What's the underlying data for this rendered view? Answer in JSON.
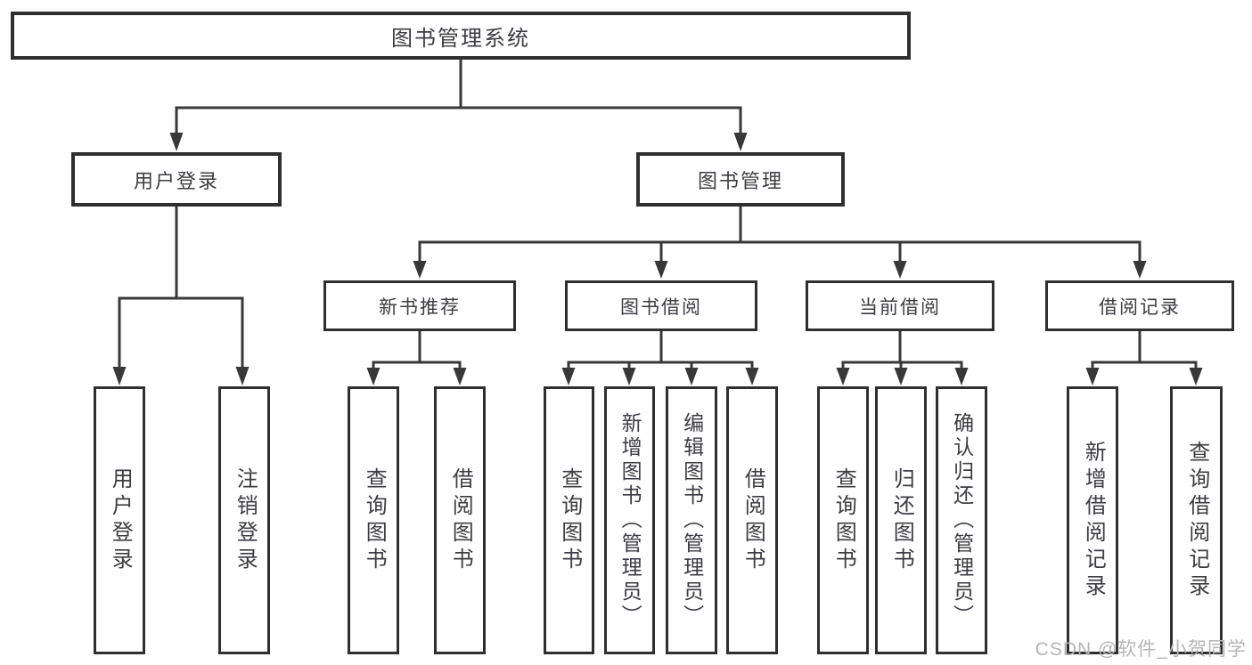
{
  "diagram": {
    "type": "hierarchy-tree",
    "title": "图书管理系统",
    "colors": {
      "line": "#383838",
      "box_border": "#2f2f2f",
      "box_fill": "#ffffff",
      "text": "#3c3c44",
      "watermark": "#b5b5b5",
      "background": "#ffffff"
    },
    "nodes": {
      "root": "图书管理系统",
      "user_login": "用户登录",
      "book_management": "图书管理",
      "new_book_recommend": "新书推荐",
      "book_borrow": "图书借阅",
      "current_borrow": "当前借阅",
      "borrow_records": "借阅记录",
      "ul_user_login": "用户登录",
      "ul_logout": "注销登录",
      "nb_query_books": "查询图书",
      "nb_borrow_books": "借阅图书",
      "bb_query_books": "查询图书",
      "bb_add_books": "新增图书（管理员）",
      "bb_edit_books": "编辑图书（管理员）",
      "bb_borrow_books": "借阅图书",
      "cb_query_books": "查询图书",
      "cb_return_books": "归还图书",
      "cb_confirm_return": "确认归还（管理员）",
      "br_add_record": "新增借阅记录",
      "br_query_record": "查询借阅记录"
    },
    "edges": [
      [
        "root",
        "user_login"
      ],
      [
        "root",
        "book_management"
      ],
      [
        "user_login",
        "ul_user_login"
      ],
      [
        "user_login",
        "ul_logout"
      ],
      [
        "book_management",
        "new_book_recommend"
      ],
      [
        "book_management",
        "book_borrow"
      ],
      [
        "book_management",
        "current_borrow"
      ],
      [
        "book_management",
        "borrow_records"
      ],
      [
        "new_book_recommend",
        "nb_query_books"
      ],
      [
        "new_book_recommend",
        "nb_borrow_books"
      ],
      [
        "book_borrow",
        "bb_query_books"
      ],
      [
        "book_borrow",
        "bb_add_books"
      ],
      [
        "book_borrow",
        "bb_edit_books"
      ],
      [
        "book_borrow",
        "bb_borrow_books"
      ],
      [
        "current_borrow",
        "cb_query_books"
      ],
      [
        "current_borrow",
        "cb_return_books"
      ],
      [
        "current_borrow",
        "cb_confirm_return"
      ],
      [
        "borrow_records",
        "br_add_record"
      ],
      [
        "borrow_records",
        "br_query_record"
      ]
    ]
  },
  "watermark": "CSDN @软件_小贺同学"
}
